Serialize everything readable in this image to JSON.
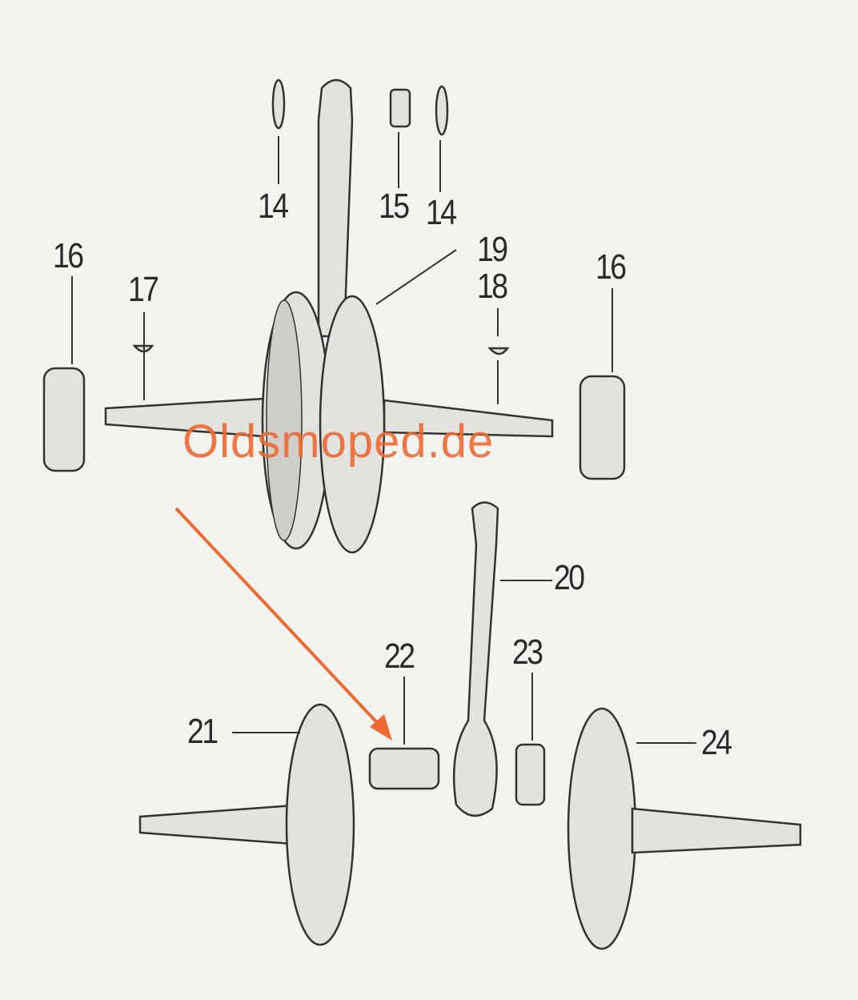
{
  "labels": {
    "p14a": "14",
    "p15": "15",
    "p14b": "14",
    "p19": "19",
    "p18": "18",
    "p16a": "16",
    "p17": "17",
    "p16b": "16",
    "p20": "20",
    "p22": "22",
    "p23": "23",
    "p21": "21",
    "p24": "24"
  },
  "watermark": "Oldsmoped.de",
  "colors": {
    "accent": "#ee6a33",
    "ink": "#2a2a2a",
    "paper": "#f3f3f0"
  }
}
